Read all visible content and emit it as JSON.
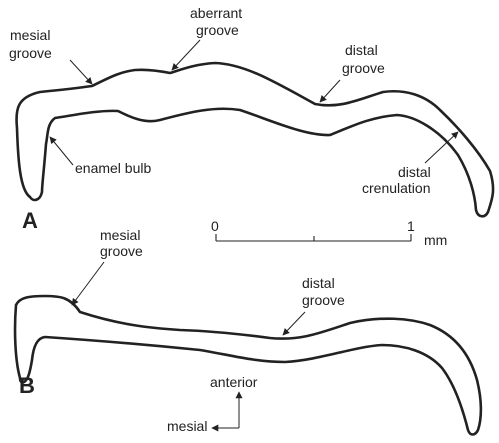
{
  "panels": {
    "a": {
      "letter": "A",
      "labels": {
        "mesial_groove": [
          "mesial",
          "groove"
        ],
        "aberrant_groove": [
          "aberrant",
          "groove"
        ],
        "distal_groove": [
          "distal",
          "groove"
        ],
        "enamel_bulb": "enamel bulb",
        "distal_crenulation": [
          "distal",
          "crenulation"
        ]
      }
    },
    "b": {
      "letter": "B",
      "labels": {
        "mesial_groove": [
          "mesial",
          "groove"
        ],
        "distal_groove": [
          "distal",
          "groove"
        ]
      }
    }
  },
  "scale_bar": {
    "start": "0",
    "end": "1",
    "unit": "mm"
  },
  "orientation": {
    "up": "anterior",
    "left": "mesial"
  },
  "colors": {
    "ink": "#222222",
    "background": "#ffffff"
  }
}
